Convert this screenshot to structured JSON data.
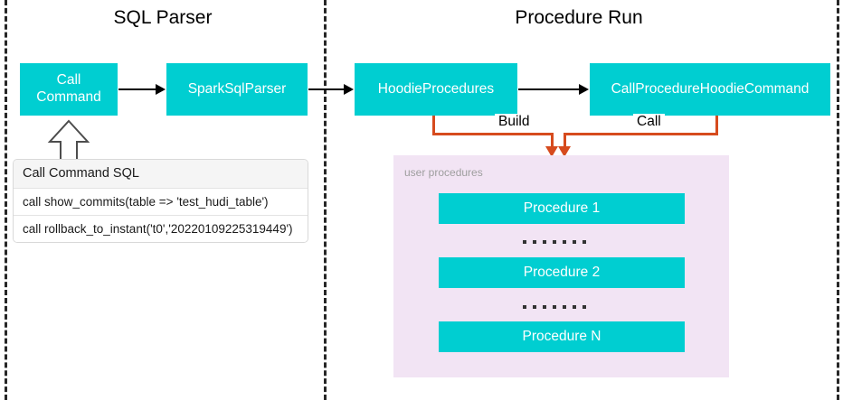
{
  "diagram": {
    "sections": [
      {
        "id": "sql-parser",
        "title": "SQL Parser"
      },
      {
        "id": "procedure-run",
        "title": "Procedure Run"
      }
    ],
    "nodes": [
      {
        "id": "call-command",
        "label": "Call\nCommand"
      },
      {
        "id": "spark-sql-parser",
        "label": "SparkSqlParser"
      },
      {
        "id": "hoodie-procedures",
        "label": "HoodieProcedures"
      },
      {
        "id": "call-procedure-hoodie-command",
        "label": "CallProcedureHoodieCommand"
      }
    ],
    "node_labels": {
      "call_command_line1": "Call",
      "call_command_line2": "Command",
      "spark_sql_parser": "SparkSqlParser",
      "hoodie_procedures": "HoodieProcedures",
      "call_procedure_hoodie_command": "CallProcedureHoodieCommand"
    },
    "edge_labels": {
      "build": "Build",
      "call": "Call"
    },
    "sql_table": {
      "header": "Call Command SQL",
      "rows": [
        "call show_commits(table => 'test_hudi_table')",
        "call rollback_to_instant('t0','20220109225319449')"
      ]
    },
    "procedures_panel": {
      "label": "user procedures",
      "items": [
        {
          "type": "box",
          "label": "Procedure 1"
        },
        {
          "type": "ellipsis",
          "label": ""
        },
        {
          "type": "box",
          "label": "Procedure 2"
        },
        {
          "type": "ellipsis",
          "label": ""
        },
        {
          "type": "box",
          "label": "Procedure N"
        }
      ]
    },
    "colors": {
      "node_fill": "#00CED1",
      "node_text": "#FFFFFF",
      "panel_fill": "#F2E4F4",
      "panel_label_text": "#9E9E9E",
      "edge_orange": "#D64B1E",
      "edge_black": "#000000",
      "separator_dash": "#262626",
      "sql_header_fill": "#F5F5F5",
      "background": "#FFFFFF"
    }
  }
}
